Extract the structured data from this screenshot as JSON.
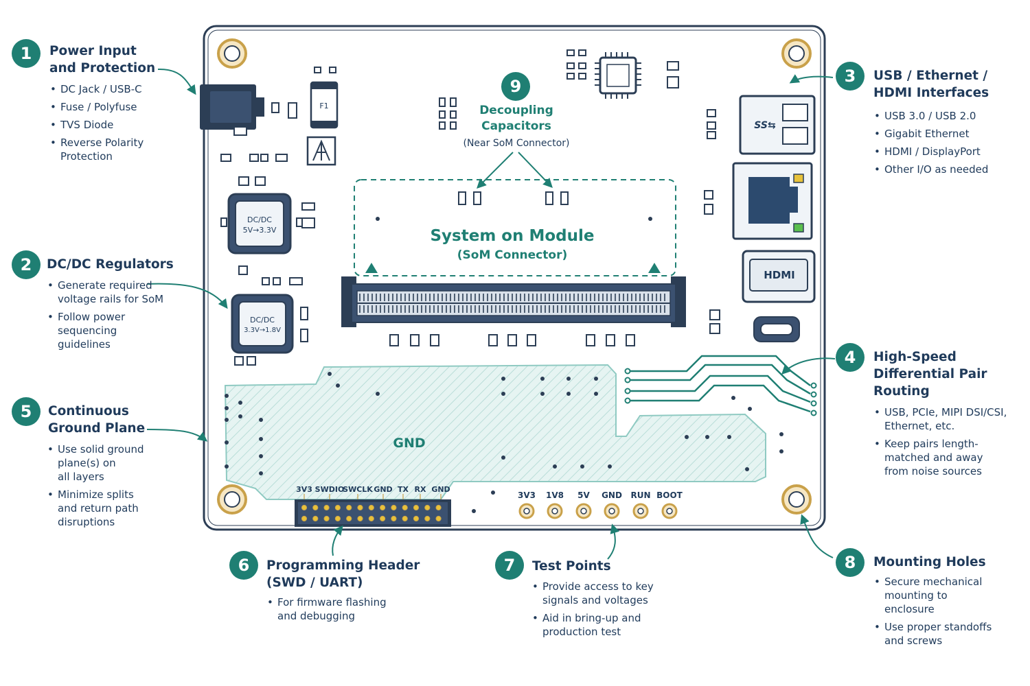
{
  "callouts": {
    "power": {
      "number": "1",
      "title": [
        "Power Input",
        "and Protection"
      ],
      "bullets": [
        [
          "DC Jack / USB-C"
        ],
        [
          "Fuse / Polyfuse"
        ],
        [
          "TVS Diode"
        ],
        [
          "Reverse Polarity",
          "Protection"
        ]
      ]
    },
    "dcdc": {
      "number": "2",
      "title": [
        "DC/DC Regulators"
      ],
      "bullets": [
        [
          "Generate required",
          "voltage rails for SoM"
        ],
        [
          "Follow power",
          "sequencing",
          "guidelines"
        ]
      ]
    },
    "usb": {
      "number": "3",
      "title": [
        "USB / Ethernet /",
        "HDMI Interfaces"
      ],
      "bullets": [
        [
          "USB 3.0 / USB 2.0"
        ],
        [
          "Gigabit Ethernet"
        ],
        [
          "HDMI / DisplayPort"
        ],
        [
          "Other I/O as needed"
        ]
      ]
    },
    "diff": {
      "number": "4",
      "title": [
        "High-Speed",
        "Differential Pair",
        "Routing"
      ],
      "bullets": [
        [
          "USB, PCIe, MIPI DSI/CSI,",
          "Ethernet, etc."
        ],
        [
          "Keep pairs length-",
          "matched and away",
          "from noise sources"
        ]
      ]
    },
    "ground": {
      "number": "5",
      "title": [
        "Continuous",
        "Ground Plane"
      ],
      "bullets": [
        [
          "Use solid ground",
          "plane(s) on",
          "all layers"
        ],
        [
          "Minimize splits",
          "and return path",
          "disruptions"
        ]
      ]
    },
    "header": {
      "number": "6",
      "title": [
        "Programming Header",
        "(SWD / UART)"
      ],
      "bullets": [
        [
          "For firmware flashing",
          "and debugging"
        ]
      ]
    },
    "test": {
      "number": "7",
      "title": [
        "Test Points"
      ],
      "bullets": [
        [
          "Provide access to key",
          "signals and voltages"
        ],
        [
          "Aid in bring-up and",
          "production test"
        ]
      ]
    },
    "mount": {
      "number": "8",
      "title": [
        "Mounting Holes"
      ],
      "bullets": [
        [
          "Secure mechanical",
          "mounting to",
          "enclosure"
        ],
        [
          "Use proper standoffs",
          "and screws"
        ]
      ]
    },
    "decoup": {
      "number": "9",
      "title": [
        "Decoupling",
        "Capacitors"
      ],
      "subtitle": "(Near SoM Connector)"
    }
  },
  "board": {
    "som_title": "System on Module",
    "som_subtitle": "(SoM Connector)",
    "fuse_label": "F1",
    "reg1_label": [
      "DC/DC",
      "5V→3.3V"
    ],
    "reg2_label": [
      "DC/DC",
      "3.3V→1.8V"
    ],
    "usb_logo": "SS⇆",
    "hdmi_label": "HDMI",
    "gnd_label": "GND",
    "header_pins": [
      "3V3",
      "SWDIO",
      "SWCLK",
      "GND",
      "TX",
      "RX",
      "GND"
    ],
    "test_points": [
      "3V3",
      "1V8",
      "5V",
      "GND",
      "RUN",
      "BOOT"
    ]
  },
  "colors": {
    "teal": "#1f7f73",
    "navy": "#1f3a5a",
    "board_outline": "#2c3e55",
    "ground_fill": "#e3f3f1",
    "gold": "#c9a14a",
    "led_yellow": "#e8c23a",
    "led_green": "#5bbf4e"
  }
}
